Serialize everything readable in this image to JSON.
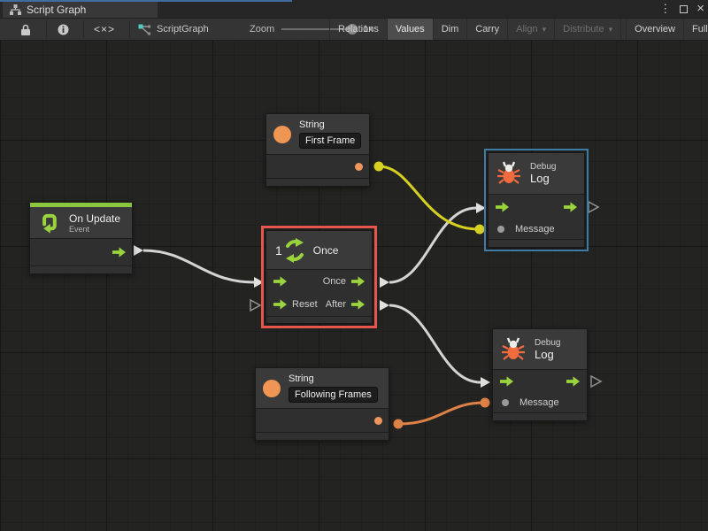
{
  "window": {
    "tab_title": "Script Graph"
  },
  "icons": {
    "menu": "⋮",
    "close": "×",
    "code": "<×>",
    "dropdown": "▾"
  },
  "toolbar": {
    "graph_name": "ScriptGraph",
    "zoom_label": "Zoom",
    "zoom_value": "1x",
    "buttons": [
      {
        "label": "Relations",
        "active": false,
        "enabled": true
      },
      {
        "label": "Values",
        "active": true,
        "enabled": true
      },
      {
        "label": "Dim",
        "active": false,
        "enabled": true
      },
      {
        "label": "Carry",
        "active": false,
        "enabled": true
      },
      {
        "label": "Align",
        "active": false,
        "enabled": false
      },
      {
        "label": "Distribute",
        "active": false,
        "enabled": false
      },
      {
        "label": "Overview",
        "active": false,
        "enabled": true
      },
      {
        "label": "Full Screen",
        "active": false,
        "enabled": true
      }
    ]
  },
  "nodes": {
    "string_top": {
      "title": "String",
      "value": "First Frame"
    },
    "string_bottom": {
      "title": "String",
      "value": "Following Frames"
    },
    "on_update": {
      "title": "On Update",
      "subtitle": "Event"
    },
    "once": {
      "badge": "1",
      "title": "Once",
      "out_once": "Once",
      "in_reset": "Reset",
      "out_after": "After"
    },
    "debug_top": {
      "kind": "Debug",
      "title": "Log",
      "message": "Message"
    },
    "debug_bottom": {
      "kind": "Debug",
      "title": "Log",
      "message": "Message"
    }
  },
  "colors": {
    "accent_green": "#9ad43d",
    "event_bar_green": "#8cc63f",
    "port_orange": "#ef975b",
    "bug_orange": "#f26b3f",
    "selection_red": "#e6564d",
    "selection_blue": "#3e7ca6",
    "wire_white": "#d4d4d4",
    "wire_yellow": "#d6d020",
    "wire_orange": "#dd8147"
  }
}
